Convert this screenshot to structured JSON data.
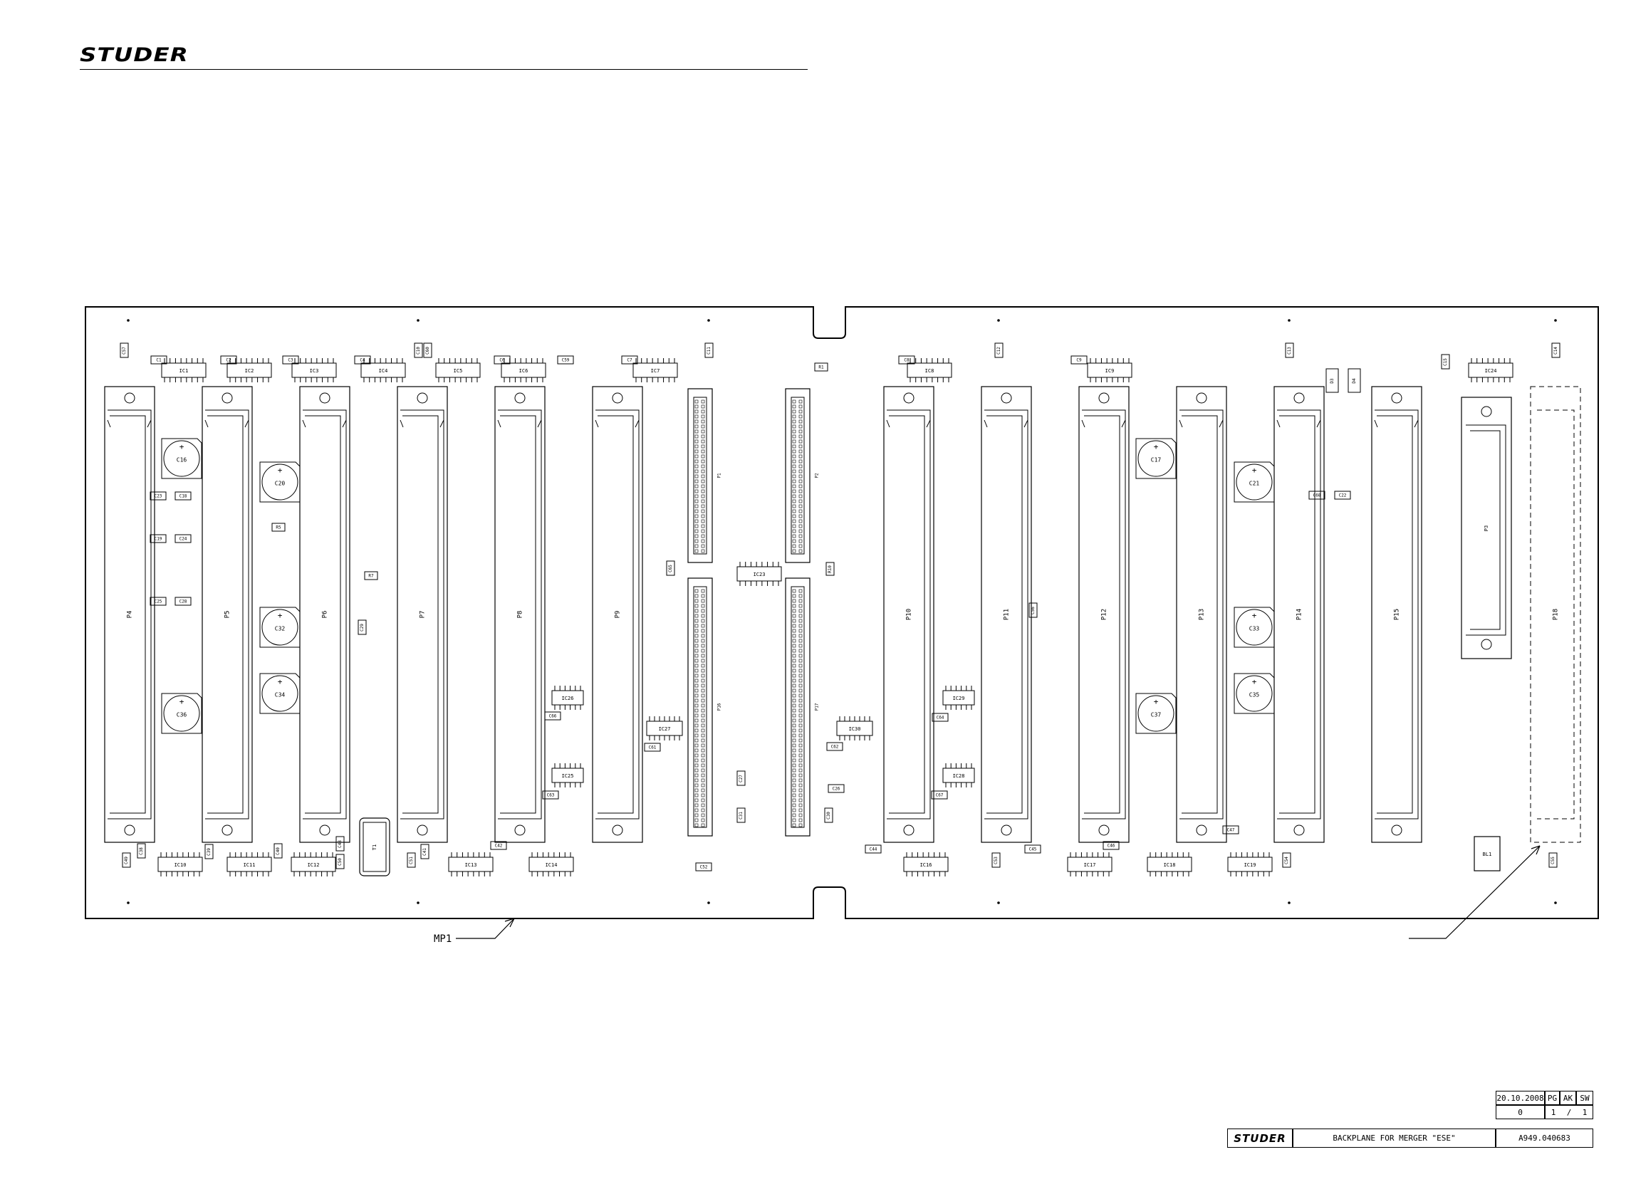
{
  "header": {
    "logo": "STUDER"
  },
  "drawing": {
    "callouts": {
      "mp1": "MP1"
    },
    "top_ics": [
      "IC1",
      "IC2",
      "IC3",
      "IC4",
      "IC5",
      "IC6",
      "IC7",
      "IC8",
      "IC9",
      "IC24"
    ],
    "top_caps": [
      "C1",
      "C2",
      "C3",
      "C4",
      "C6",
      "C59",
      "C7",
      "C8",
      "C9"
    ],
    "bottom_ics": [
      "IC10",
      "IC11",
      "IC12",
      "IC13",
      "IC14",
      "IC16",
      "IC17",
      "IC18",
      "IC19"
    ],
    "mid_ics": [
      "IC26",
      "IC25",
      "IC27",
      "IC30",
      "IC29",
      "IC28",
      "IC23"
    ],
    "slots_left": [
      "P4",
      "P5",
      "P6",
      "P7",
      "P8",
      "P9"
    ],
    "slots_right": [
      "P10",
      "P11",
      "P12",
      "P13",
      "P14",
      "P15"
    ],
    "ribbon": [
      "P1",
      "P2",
      "P16",
      "P17"
    ],
    "p3": "P3",
    "p18": "P18",
    "elcaps": [
      "C16",
      "C20",
      "C32",
      "C34",
      "C36",
      "C17",
      "C21",
      "C33",
      "C35",
      "C37"
    ],
    "bottom_caps": [
      "C49",
      "C38",
      "C39",
      "C40",
      "C48",
      "C50",
      "C51",
      "C41",
      "C42",
      "C44",
      "C45",
      "C46",
      "C47",
      "C53",
      "C54",
      "C55",
      "C52",
      "C31",
      "C30",
      "C26",
      "C27",
      "C62",
      "C63",
      "C61",
      "C64",
      "C66",
      "C67",
      "C65",
      "C68",
      "C22",
      "C23",
      "C18",
      "C19",
      "C24",
      "C25",
      "C28",
      "C29",
      "C56",
      "C57",
      "C10",
      "C11",
      "C12",
      "C13",
      "C14",
      "C15",
      "C60",
      "C5"
    ],
    "misc": {
      "t1": "T1",
      "bl1": "BL1",
      "d3": "D3",
      "d4": "D4",
      "r1": "R1",
      "r10": "R10",
      "r5": "R5",
      "r7": "R7"
    }
  },
  "title_block": {
    "date": "20.10.2008",
    "initials": [
      "PG",
      "AK",
      "SW"
    ],
    "index": "0",
    "sheet": "1",
    "sheet_sep": "/",
    "sheets_total": "1",
    "logo": "STUDER",
    "title": "BACKPLANE FOR MERGER \"ESE\"",
    "drawing_number": "A949.040683"
  }
}
